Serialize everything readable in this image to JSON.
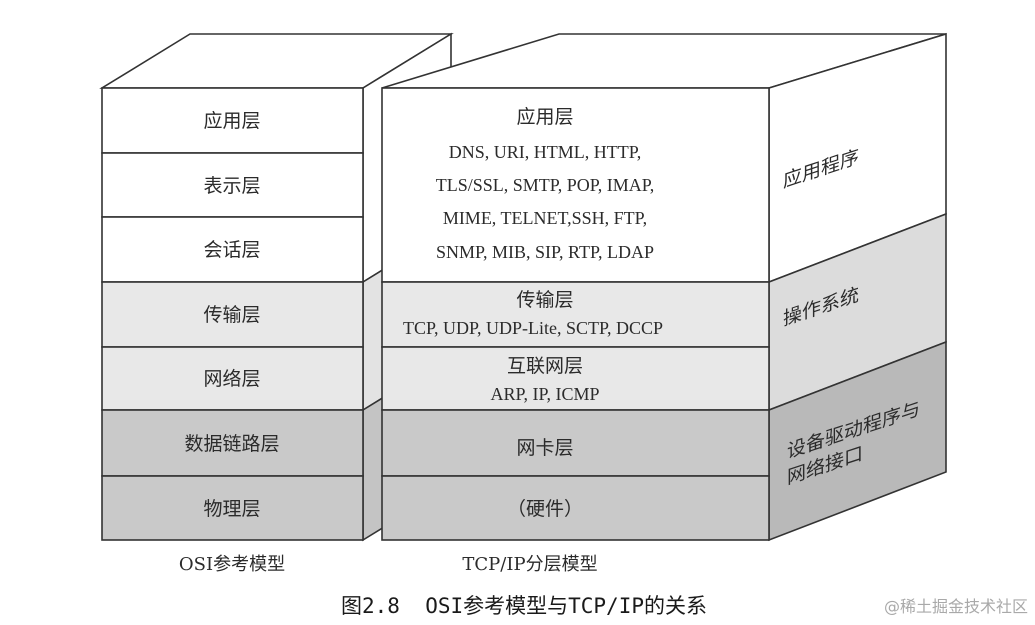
{
  "osi": {
    "layers": [
      {
        "label": "应用层"
      },
      {
        "label": "表示层"
      },
      {
        "label": "会话层"
      },
      {
        "label": "传输层"
      },
      {
        "label": "网络层"
      },
      {
        "label": "数据链路层"
      },
      {
        "label": "物理层"
      }
    ],
    "caption": "OSI参考模型"
  },
  "tcpip": {
    "layers": [
      {
        "label": "应用层",
        "protocols": [
          "DNS, URI, HTML, HTTP,",
          "TLS/SSL, SMTP, POP, IMAP,",
          "MIME, TELNET,SSH, FTP,",
          "SNMP, MIB, SIP, RTP, LDAP"
        ]
      },
      {
        "label": "传输层",
        "protocols": [
          "TCP, UDP, UDP-Lite, SCTP, DCCP"
        ]
      },
      {
        "label": "互联网层",
        "protocols": [
          "ARP, IP, ICMP"
        ]
      },
      {
        "label": "网卡层",
        "protocols": []
      },
      {
        "label": "（硬件）",
        "protocols": []
      }
    ],
    "caption": "TCP/IP分层模型"
  },
  "side_labels": [
    {
      "lines": [
        "应用程序"
      ]
    },
    {
      "lines": [
        "操作系统"
      ]
    },
    {
      "lines": [
        "设备驱动程序与",
        "网络接口"
      ]
    }
  ],
  "figure_caption": "图2.8  OSI参考模型与TCP/IP的关系",
  "watermark": "@稀土掘金技术社区",
  "colors": {
    "white": "#ffffff",
    "light_gray": "#e8e8e8",
    "dark_gray": "#c9c9c9",
    "side_light": "#dcdcdc",
    "side_dark": "#b9b9b9",
    "top": "#ffffff",
    "stroke": "#333333"
  }
}
